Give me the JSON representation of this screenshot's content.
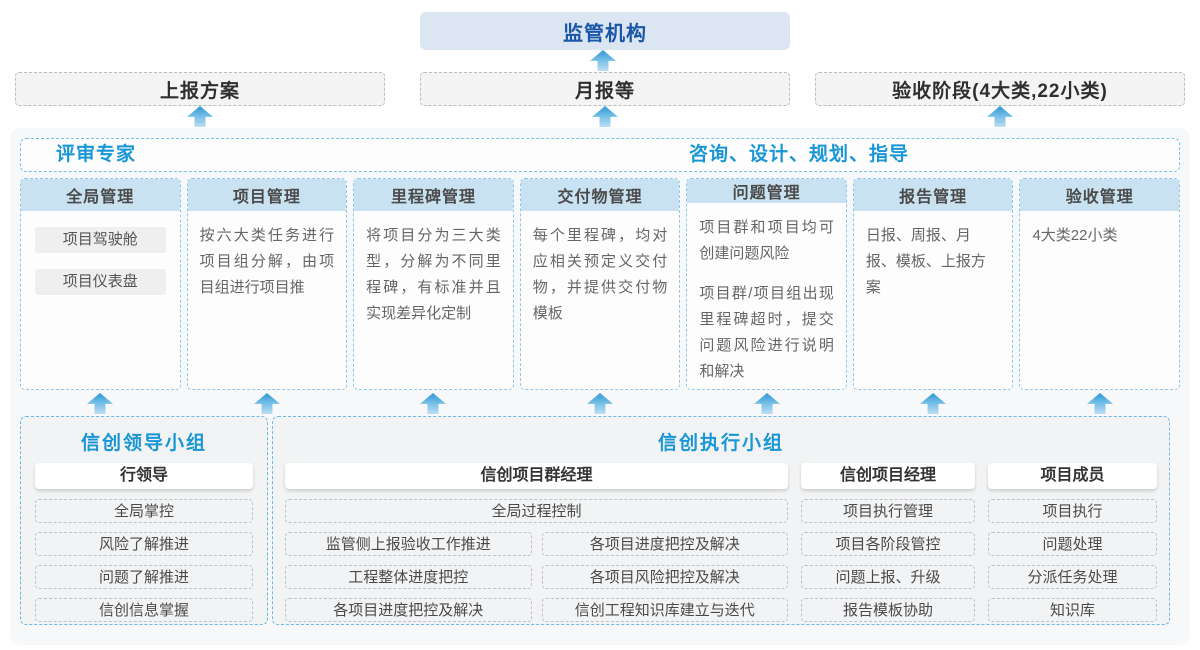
{
  "top": {
    "regulator_label": "监管机构",
    "outputs": [
      {
        "label": "上报方案"
      },
      {
        "label": "月报等"
      },
      {
        "label": "验收阶段(4大类,22小类)"
      }
    ]
  },
  "platform": {
    "left_header": "评审专家",
    "right_header": "咨询、设计、规划、指导",
    "columns": [
      {
        "title": "全局管理",
        "pills": [
          "项目驾驶舱",
          "项目仪表盘"
        ]
      },
      {
        "title": "项目管理",
        "text": "按六大类任务进行项目组分解，由项目组进行项目推"
      },
      {
        "title": "里程碑管理",
        "text": "将项目分为三大类型，分解为不同里程碑，有标准并且实现差异化定制"
      },
      {
        "title": "交付物管理",
        "text": "每个里程碑，均对应相关预定义交付物，并提供交付物模板"
      },
      {
        "title": "问题管理",
        "paragraphs": [
          "项目群和项目均可创建问题风险",
          "项目群/项目组出现里程碑超时，提交问题风险进行说明和解决"
        ]
      },
      {
        "title": "报告管理",
        "text": "日报、周报、月报、模板、上报方案"
      },
      {
        "title": "验收管理",
        "text": "4大类22小类"
      }
    ]
  },
  "bottom": {
    "leader_group": {
      "title": "信创领导小组",
      "role": "行领导",
      "items": [
        "全局掌控",
        "风险了解推进",
        "问题了解推进",
        "信创信息掌握"
      ]
    },
    "exec_group": {
      "title": "信创执行小组",
      "program_manager": {
        "role": "信创项目群经理",
        "full_item": "全局过程控制",
        "left_items": [
          "监管侧上报验收工作推进",
          "工程整体进度把控",
          "各项目进度把控及解决"
        ],
        "right_items": [
          "各项目进度把控及解决",
          "各项目风险把控及解决",
          "信创工程知识库建立与迭代"
        ]
      },
      "project_manager": {
        "role": "信创项目经理",
        "items": [
          "项目执行管理",
          "项目各阶段管控",
          "问题上报、升级",
          "报告模板协助"
        ]
      },
      "member": {
        "role": "项目成员",
        "items": [
          "项目执行",
          "问题处理",
          "分派任务处理",
          "知识库"
        ]
      }
    }
  },
  "colors": {
    "accent_blue": "#1896d5",
    "regulator_fill": "#dbe6f2",
    "regulator_text": "#1a57a8",
    "column_header_fill": "#c9e2f1",
    "arrow_blue": "#2f98d3",
    "dashed_blue_border": "#79c0e8",
    "panel_fill": "#f2f3f4",
    "outer_fill": "#f7f8f9"
  }
}
